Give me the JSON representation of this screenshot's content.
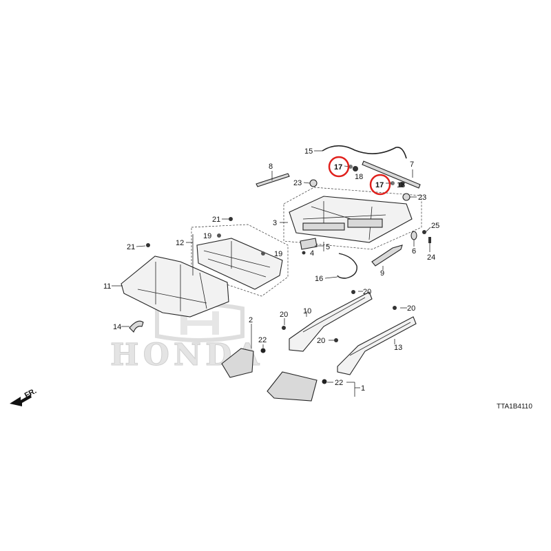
{
  "diagram": {
    "code": "TTA1B4110",
    "front_label": "FR.",
    "watermark": "HONDA",
    "highlight_color": "#e0201c",
    "callouts": {
      "c1": "1",
      "c2": "2",
      "c3": "3",
      "c4": "4",
      "c5": "5",
      "c6": "6",
      "c7": "7",
      "c8": "8",
      "c9": "9",
      "c10": "10",
      "c11": "11",
      "c12": "12",
      "c13": "13",
      "c14": "14",
      "c15": "15",
      "c16": "16",
      "c17a": "17",
      "c17b": "17",
      "c18a": "18",
      "c18b": "18",
      "c19a": "19",
      "c19b": "19",
      "c20a": "20",
      "c20b": "20",
      "c20c": "20",
      "c20d": "20",
      "c21a": "21",
      "c21b": "21",
      "c22a": "22",
      "c22b": "22",
      "c23a": "23",
      "c23b": "23",
      "c24": "24",
      "c25": "25"
    }
  }
}
